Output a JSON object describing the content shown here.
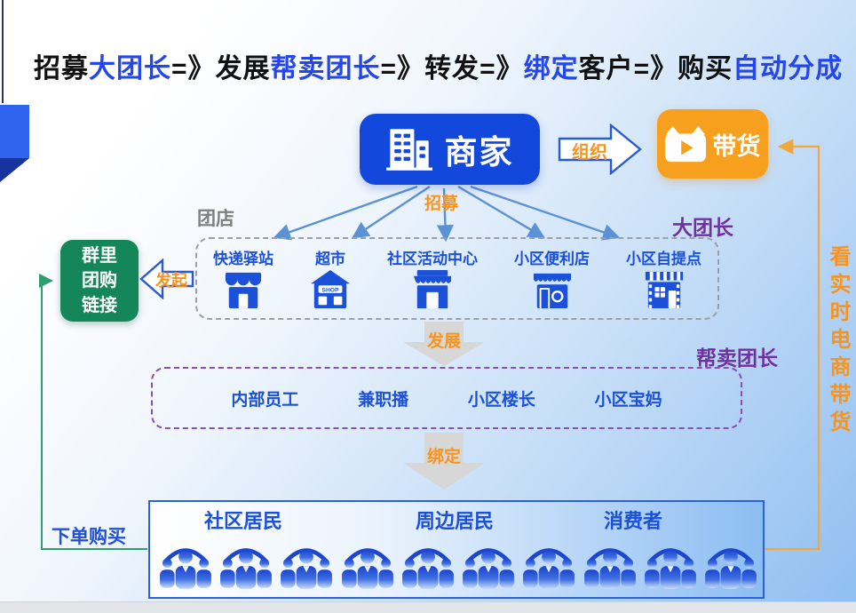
{
  "title": {
    "segments": [
      {
        "text": "招募",
        "color": "black"
      },
      {
        "text": "大团长",
        "color": "blue"
      },
      {
        "text": "=》",
        "color": "black"
      },
      {
        "text": "发展",
        "color": "black"
      },
      {
        "text": "帮卖团长",
        "color": "blue"
      },
      {
        "text": "=》",
        "color": "black"
      },
      {
        "text": "转发",
        "color": "black"
      },
      {
        "text": "=》",
        "color": "black"
      },
      {
        "text": "绑定",
        "color": "blue"
      },
      {
        "text": "客户",
        "color": "black"
      },
      {
        "text": "=》",
        "color": "black"
      },
      {
        "text": "购买",
        "color": "black"
      },
      {
        "text": "自动分成",
        "color": "blue"
      }
    ]
  },
  "merchant": {
    "label": "商家",
    "recruit_label": "招募"
  },
  "organize_arrow": {
    "label": "组织"
  },
  "livestream_box": {
    "label": "带货"
  },
  "watch_live_label": "看实时电商带货",
  "group_link_box": {
    "line1": "群里",
    "line2": "团购",
    "line3": "链接"
  },
  "initiate_arrow": {
    "label": "发起"
  },
  "stores": {
    "section_label": "团店",
    "role_label": "大团长",
    "items": [
      {
        "name": "快递驿站",
        "icon": "parcel-station-icon"
      },
      {
        "name": "超市",
        "icon": "supermarket-icon"
      },
      {
        "name": "社区活动中心",
        "icon": "community-center-icon"
      },
      {
        "name": "小区便利店",
        "icon": "convenience-store-icon"
      },
      {
        "name": "小区自提点",
        "icon": "pickup-point-icon"
      }
    ]
  },
  "develop_arrow": {
    "label": "发展"
  },
  "helpers": {
    "role_label": "帮卖团长",
    "items": [
      "内部员工",
      "兼职播",
      "小区楼长",
      "小区宝妈"
    ]
  },
  "bind_arrow": {
    "label": "绑定"
  },
  "consumers": {
    "groups": [
      "社区居民",
      "周边居民",
      "消费者"
    ],
    "crowd_count": 10
  },
  "order_label": "下单购买",
  "colors": {
    "primary_blue": "#1348dc",
    "title_blue": "#2546ea",
    "orange_box": "#f7a01d",
    "orange_text": "#f7941d",
    "purple": "#7030a0",
    "green": "#15865a",
    "item_text_blue": "#1b50d8",
    "fan_arrow_blue": "#5b92d6",
    "green_line": "#2f9e6e",
    "orange_line": "#f0a83e"
  }
}
